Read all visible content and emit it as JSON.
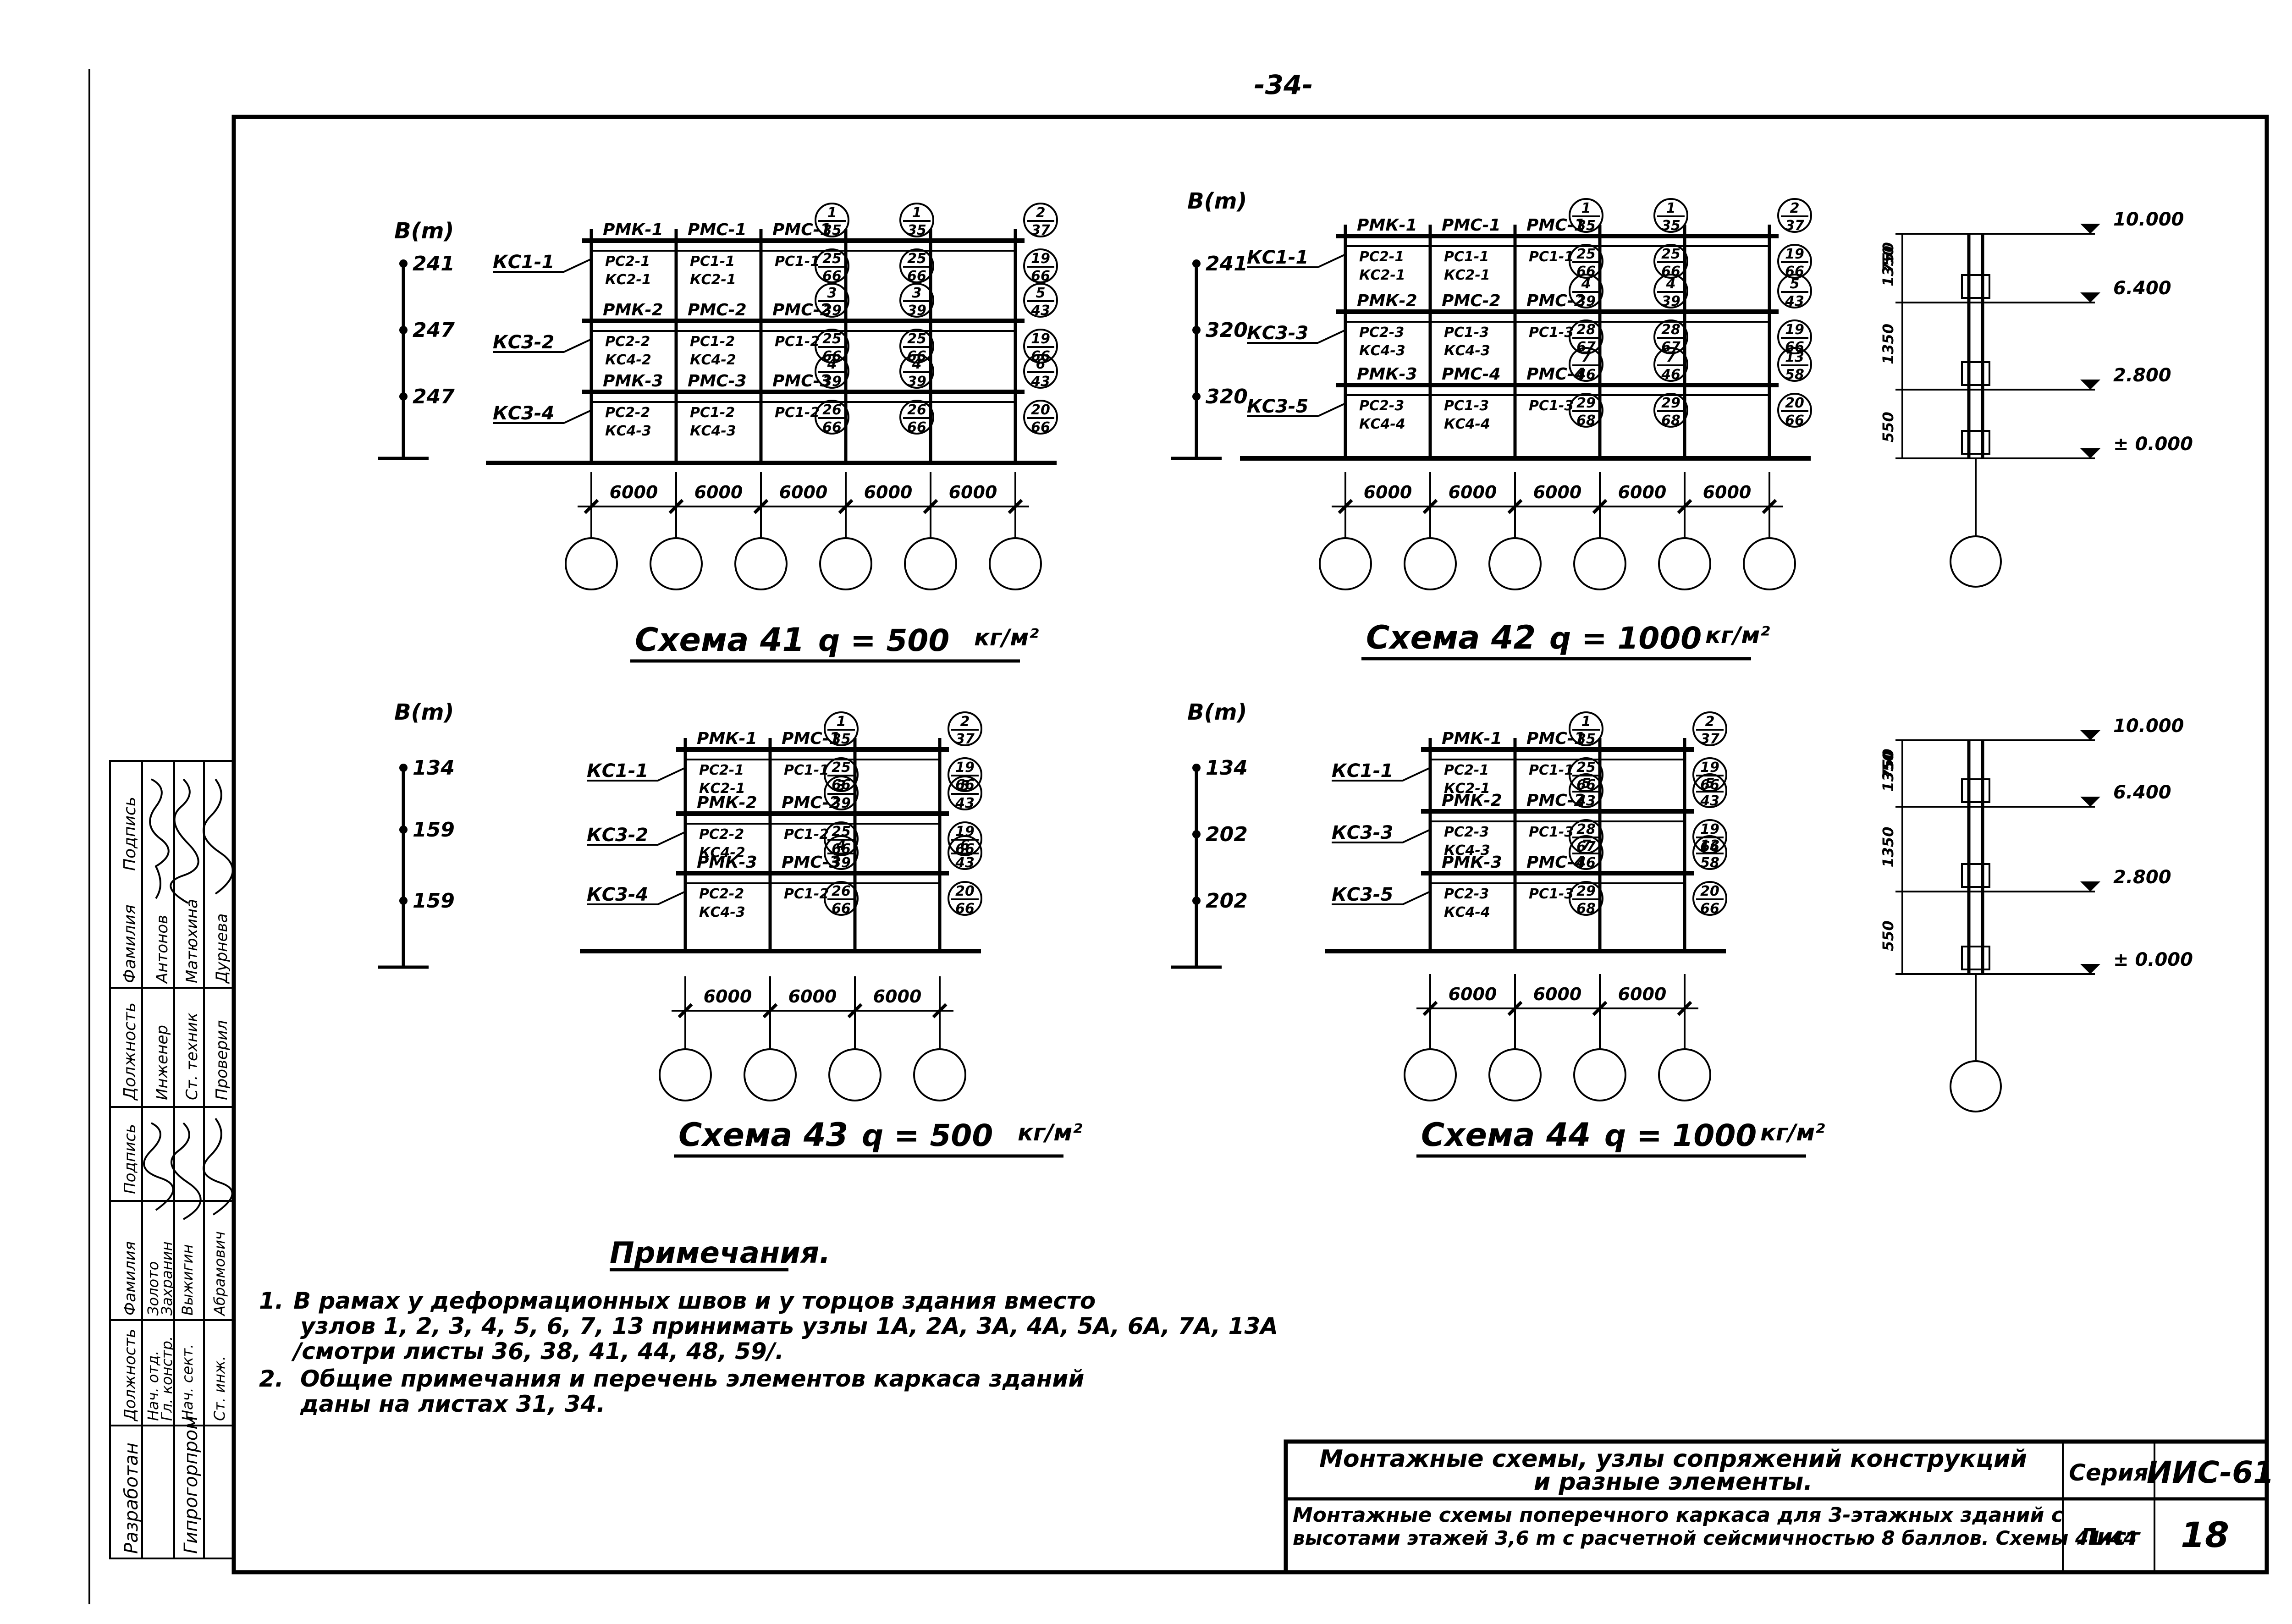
{
  "page_number": "-34-",
  "schemes": [
    {
      "title": "Схема 41",
      "load_label": "q = 500",
      "load_unit": "кг/м²",
      "b_title": "В(m)",
      "b_values": [
        "241",
        "247",
        "247"
      ],
      "spans": [
        "6000",
        "6000",
        "6000",
        "6000",
        "6000"
      ],
      "columns_left": [
        "КС1-1",
        "КС3-2",
        "КС3-4"
      ],
      "beams_top": [
        "РМК-1",
        "РМС-1",
        "РМС-1"
      ],
      "beams_mid": [
        "РМК-2",
        "РМС-2",
        "РМС-2"
      ],
      "beams_low": [
        "РМК-3",
        "РМС-3",
        "РМС-3"
      ],
      "ties": [
        "РС2-1",
        "РС1-1",
        "РС1-1",
        "КС2-1",
        "КС2-1",
        "РС2-2",
        "РС1-2",
        "РС1-2",
        "КС4-2",
        "КС4-2",
        "РС2-2",
        "РС1-2",
        "РС1-2",
        "КС4-3",
        "КС4-3"
      ],
      "nodes": [
        {
          "n": "1",
          "d": "35"
        },
        {
          "n": "1",
          "d": "35"
        },
        {
          "n": "2",
          "d": "37"
        },
        {
          "n": "25",
          "d": "66"
        },
        {
          "n": "25",
          "d": "66"
        },
        {
          "n": "19",
          "d": "66"
        },
        {
          "n": "3",
          "d": "39"
        },
        {
          "n": "3",
          "d": "39"
        },
        {
          "n": "5",
          "d": "43"
        },
        {
          "n": "25",
          "d": "66"
        },
        {
          "n": "25",
          "d": "66"
        },
        {
          "n": "19",
          "d": "66"
        },
        {
          "n": "4",
          "d": "39"
        },
        {
          "n": "4",
          "d": "39"
        },
        {
          "n": "6",
          "d": "43"
        },
        {
          "n": "26",
          "d": "66"
        },
        {
          "n": "26",
          "d": "66"
        },
        {
          "n": "20",
          "d": "66"
        }
      ]
    },
    {
      "title": "Схема 42",
      "load_label": "q = 1000",
      "load_unit": "кг/м²",
      "b_title": "В(m)",
      "b_values": [
        "241",
        "320",
        "320"
      ],
      "spans": [
        "6000",
        "6000",
        "6000",
        "6000",
        "6000"
      ],
      "columns_left": [
        "КС1-1",
        "КС3-3",
        "КС3-5"
      ],
      "beams_top": [
        "РМК-1",
        "РМС-1",
        "РМС-1"
      ],
      "beams_mid": [
        "РМК-2",
        "РМС-2",
        "РМС-2"
      ],
      "beams_low": [
        "РМК-3",
        "РМС-4",
        "РМС-4"
      ],
      "ties": [
        "РС2-1",
        "РС1-1",
        "РС1-1",
        "КС2-1",
        "КС2-1",
        "РС2-3",
        "РС1-3",
        "РС1-3",
        "КС4-3",
        "КС4-3",
        "РС2-3",
        "РС1-3",
        "РС1-3",
        "КС4-4",
        "КС4-4"
      ],
      "nodes": [
        {
          "n": "1",
          "d": "35"
        },
        {
          "n": "1",
          "d": "35"
        },
        {
          "n": "2",
          "d": "37"
        },
        {
          "n": "25",
          "d": "66"
        },
        {
          "n": "25",
          "d": "66"
        },
        {
          "n": "19",
          "d": "66"
        },
        {
          "n": "4",
          "d": "39"
        },
        {
          "n": "4",
          "d": "39"
        },
        {
          "n": "5",
          "d": "43"
        },
        {
          "n": "28",
          "d": "67"
        },
        {
          "n": "28",
          "d": "67"
        },
        {
          "n": "19",
          "d": "66"
        },
        {
          "n": "7",
          "d": "46"
        },
        {
          "n": "7",
          "d": "46"
        },
        {
          "n": "13",
          "d": "58"
        },
        {
          "n": "29",
          "d": "68"
        },
        {
          "n": "29",
          "d": "68"
        },
        {
          "n": "20",
          "d": "66"
        }
      ]
    },
    {
      "title": "Схема 43",
      "load_label": "q = 500",
      "load_unit": "кг/м²",
      "b_title": "В(m)",
      "b_values": [
        "134",
        "159",
        "159"
      ],
      "spans": [
        "6000",
        "6000",
        "6000"
      ],
      "columns_left": [
        "КС1-1",
        "КС3-2",
        "КС3-4"
      ],
      "beams_top": [
        "РМК-1",
        "РМС-1"
      ],
      "beams_mid": [
        "РМК-2",
        "РМС-2"
      ],
      "beams_low": [
        "РМК-3",
        "РМС-3"
      ],
      "ties": [
        "РС2-1",
        "РС1-1",
        "КС2-1",
        "РС2-2",
        "РС1-2",
        "КС4-2",
        "РС2-2",
        "РС1-2",
        "КС4-3"
      ],
      "nodes": [
        {
          "n": "1",
          "d": "35"
        },
        {
          "n": "2",
          "d": "37"
        },
        {
          "n": "25",
          "d": "66"
        },
        {
          "n": "19",
          "d": "66"
        },
        {
          "n": "3",
          "d": "39"
        },
        {
          "n": "5",
          "d": "43"
        },
        {
          "n": "25",
          "d": "66"
        },
        {
          "n": "19",
          "d": "66"
        },
        {
          "n": "4",
          "d": "39"
        },
        {
          "n": "6",
          "d": "43"
        },
        {
          "n": "26",
          "d": "66"
        },
        {
          "n": "20",
          "d": "66"
        }
      ]
    },
    {
      "title": "Схема 44",
      "load_label": "q = 1000",
      "load_unit": "кг/м²",
      "b_title": "В(m)",
      "b_values": [
        "134",
        "202",
        "202"
      ],
      "spans": [
        "6000",
        "6000",
        "6000"
      ],
      "columns_left": [
        "КС1-1",
        "КС3-3",
        "КС3-5"
      ],
      "beams_top": [
        "РМК-1",
        "РМС-1"
      ],
      "beams_mid": [
        "РМК-2",
        "РМС-2"
      ],
      "beams_low": [
        "РМК-3",
        "РМС-4"
      ],
      "ties": [
        "РС2-1",
        "РС1-1",
        "КС2-1",
        "РС2-3",
        "РС1-3",
        "КС4-3",
        "РС2-3",
        "РС1-3",
        "КС4-4"
      ],
      "nodes": [
        {
          "n": "1",
          "d": "35"
        },
        {
          "n": "2",
          "d": "37"
        },
        {
          "n": "25",
          "d": "66"
        },
        {
          "n": "19",
          "d": "66"
        },
        {
          "n": "5",
          "d": "43"
        },
        {
          "n": "5",
          "d": "43"
        },
        {
          "n": "28",
          "d": "67"
        },
        {
          "n": "19",
          "d": "66"
        },
        {
          "n": "7",
          "d": "46"
        },
        {
          "n": "13",
          "d": "58"
        },
        {
          "n": "29",
          "d": "68"
        },
        {
          "n": "20",
          "d": "66"
        }
      ]
    }
  ],
  "section": {
    "levels": [
      "10.000",
      "6.400",
      "2.800",
      "± 0.000"
    ],
    "dims": [
      "750",
      "1350",
      "1350",
      "550"
    ]
  },
  "notes": {
    "title": "Примечания.",
    "items": [
      {
        "num": "1.",
        "lines": [
          "В рамах у деформационных швов и у торцов здания вместо",
          "узлов 1, 2, 3, 4, 5, 6, 7, 13 принимать узлы 1А, 2А, 3А, 4А, 5А, 6А, 7А, 13А",
          "/смотри листы 36, 38, 41, 44, 48, 59/."
        ]
      },
      {
        "num": "2.",
        "lines": [
          "Общие примечания и перечень элементов каркаса зданий",
          "даны на листах 31, 34."
        ]
      }
    ]
  },
  "side_stamp": {
    "top_headers": [
      "Должность",
      "Фамилия",
      "Подпись"
    ],
    "top_rows": [
      [
        "Инженер",
        "Антонов",
        ""
      ],
      [
        "Ст. техник",
        "Матюхина",
        ""
      ],
      [
        "Проверил",
        "Дурнева",
        ""
      ]
    ],
    "bottom_headers": [
      "Должность",
      "Фамилия",
      "Подпись"
    ],
    "bottom_rows": [
      [
        "Нач. отд.",
        "Золото",
        ""
      ],
      [
        "Гл. констр.",
        "Захранин",
        ""
      ],
      [
        "Нач. сект.",
        "Выжигин",
        ""
      ],
      [
        "Ст. инж.",
        "Абрамович",
        ""
      ]
    ],
    "org_1": "Разработан",
    "org_2": "Гипрогорпром"
  },
  "title_block": {
    "title_1": "Монтажные схемы, узлы сопряжений конструкций",
    "title_2": "и разные элементы.",
    "desc_1": "Монтажные схемы поперечного каркаса для 3-этажных зданий с",
    "desc_2": "высотами этажей 3,6 m с расчетной сейсмичностью 8 баллов. Схемы 41-44",
    "series_label": "Серия",
    "series_value": "ИИС-61",
    "sheet_label": "Лист",
    "sheet_value": "18"
  }
}
